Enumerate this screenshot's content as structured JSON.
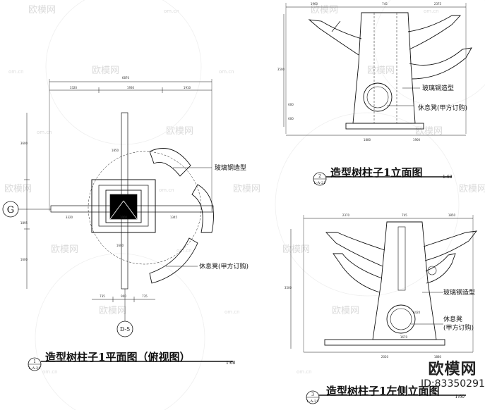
{
  "watermark": {
    "brand": "欧模网",
    "site": "om.cn"
  },
  "plan_view": {
    "title": "造型树柱子1平面图（俯视图）",
    "scale": "1:60",
    "section_number": "1",
    "section_sheet": "L-A-21",
    "grid_label": "G",
    "column_tag": "D-5",
    "label_fiberglass": "玻璃钢造型",
    "label_bench": "休息凳(甲方订购)",
    "dims": [
      "6870",
      "3320",
      "1930",
      "1910",
      "3600",
      "1850",
      "1600",
      "3320",
      "1000",
      "1345",
      "1600",
      "1895",
      "735",
      "900",
      "735"
    ]
  },
  "front_view": {
    "title": "造型树柱子1立面图",
    "scale": "1:60",
    "section_number": "2",
    "section_sheet": "L-A-21",
    "label_fiberglass": "玻璃钢造型",
    "label_bench": "休息凳(甲方订购)",
    "dims": [
      "1960",
      "745",
      "2375",
      "3500",
      "1880",
      "1900",
      "600",
      "600"
    ]
  },
  "side_view": {
    "title": "造型树柱子1左侧立面图",
    "scale": "1:60",
    "section_number": "3",
    "section_sheet": "L-A-21",
    "label_fiberglass": "玻璃钢造型",
    "label_bench_1": "休息凳",
    "label_bench_2": "(甲方订购)",
    "dims": [
      "2370",
      "745",
      "1850",
      "3500",
      "2020",
      "1880",
      "1670",
      "R420"
    ]
  },
  "brand_block": {
    "name": "欧模网",
    "id": "ID:83350291"
  }
}
